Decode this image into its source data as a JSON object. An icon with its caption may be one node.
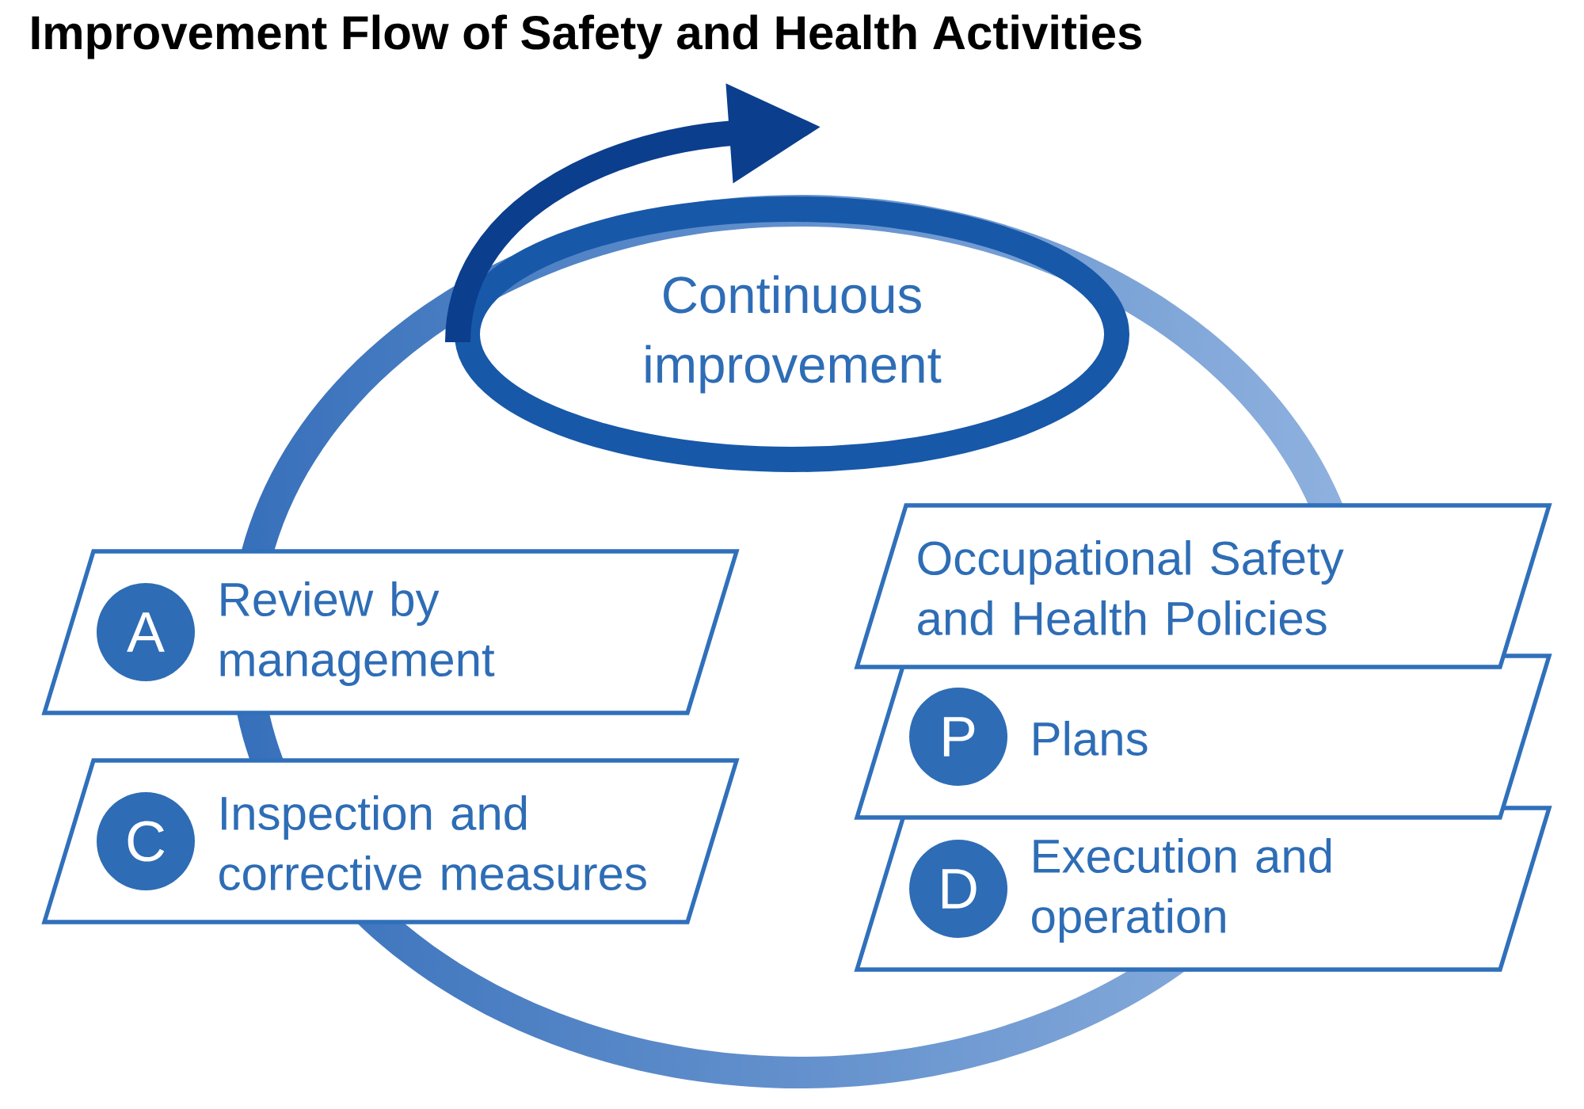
{
  "diagram": {
    "title": "Improvement Flow of Safety and Health Activities",
    "nodes": [
      {
        "text": [
          "Continuous improvement"
        ]
      },
      {
        "text": [
          "Review by management"
        ]
      },
      {
        "text": [
          "A"
        ],
        "in": 1
      },
      {
        "text": [
          "Inspection and corrective measures"
        ]
      },
      {
        "text": [
          "C"
        ],
        "in": 3
      },
      {
        "text": [
          "Occupational Safety and Health Policies"
        ]
      },
      {
        "text": [
          "Plans"
        ]
      },
      {
        "text": [
          "P"
        ],
        "in": 6
      },
      {
        "text": [
          "Execution and operation"
        ]
      },
      {
        "text": [
          "D"
        ],
        "in": 8
      }
    ]
  }
}
